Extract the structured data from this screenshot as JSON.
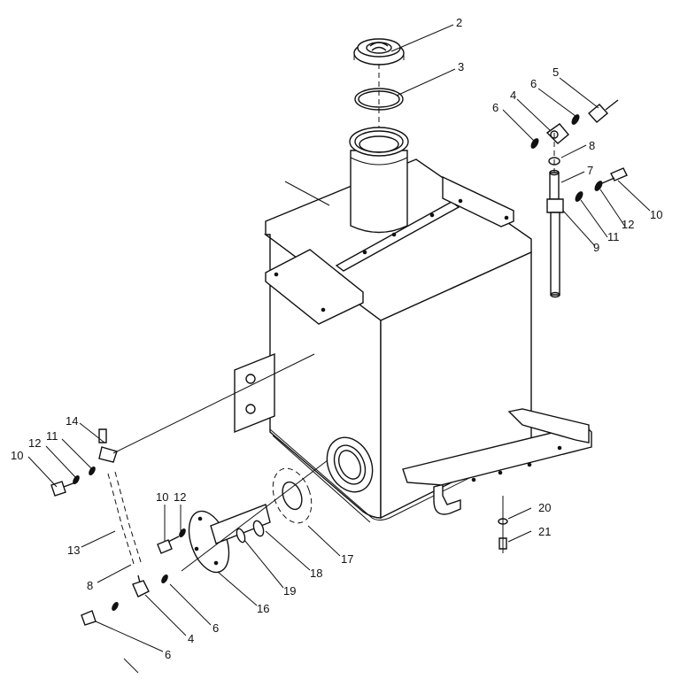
{
  "diagram": {
    "callouts": [
      "2",
      "3",
      "5",
      "6",
      "4",
      "6",
      "8",
      "7",
      "10",
      "12",
      "11",
      "9",
      "14",
      "11",
      "12",
      "10",
      "10",
      "12",
      "13",
      "8",
      "20",
      "21",
      "17",
      "18",
      "19",
      "16",
      "6",
      "4",
      "6"
    ]
  }
}
